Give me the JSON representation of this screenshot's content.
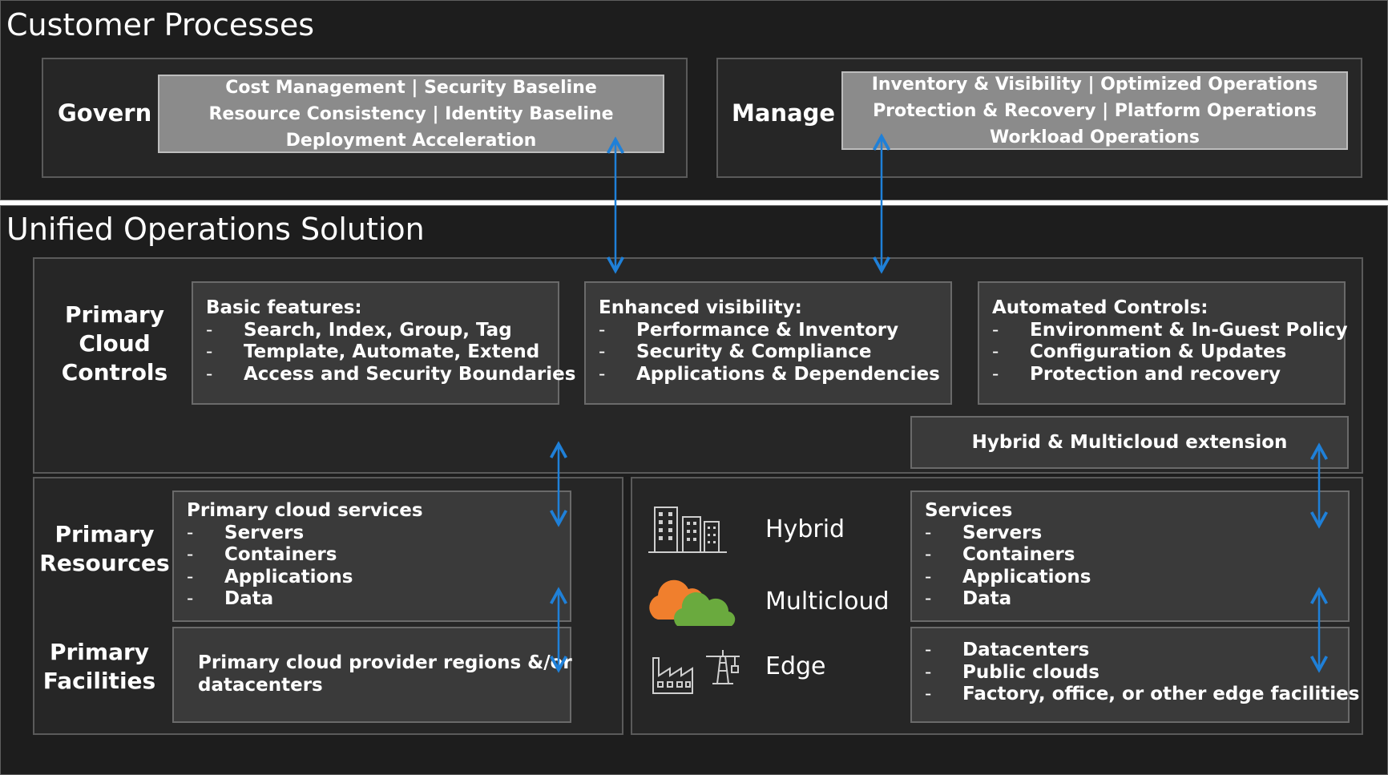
{
  "customer_processes": {
    "title": "Customer Processes",
    "govern": {
      "label": "Govern",
      "lines": [
        "Cost Management | Security Baseline",
        "Resource Consistency | Identity Baseline",
        "Deployment Acceleration"
      ]
    },
    "manage": {
      "label": "Manage",
      "lines": [
        "Inventory & Visibility | Optimized Operations",
        "Protection & Recovery | Platform Operations",
        "Workload Operations"
      ]
    }
  },
  "unified_operations": {
    "title": "Unified Operations Solution",
    "primary_cloud_controls": {
      "label_lines": [
        "Primary",
        "Cloud",
        "Controls"
      ],
      "basic": {
        "title": "Basic features:",
        "items": [
          "Search, Index, Group, Tag",
          "Template, Automate, Extend",
          "Access and Security Boundaries"
        ]
      },
      "enhanced": {
        "title": "Enhanced visibility:",
        "items": [
          "Performance & Inventory",
          "Security & Compliance",
          "Applications & Dependencies"
        ]
      },
      "automated": {
        "title": "Automated Controls:",
        "items": [
          "Environment & In-Guest Policy",
          "Configuration & Updates",
          "Protection and recovery"
        ]
      },
      "hybrid_extension": "Hybrid & Multicloud extension"
    },
    "primary_resources": {
      "label_lines": [
        "Primary",
        "Resources"
      ],
      "services": {
        "title": "Primary cloud services",
        "items": [
          "Servers",
          "Containers",
          "Applications",
          "Data"
        ]
      }
    },
    "primary_facilities": {
      "label_lines": [
        "Primary",
        "Facilities"
      ],
      "lines": [
        "Primary cloud provider regions &/or",
        "datacenters"
      ]
    },
    "hybrid_side": {
      "hybrid_label": "Hybrid",
      "multicloud_label": "Multicloud",
      "edge_label": "Edge",
      "services": {
        "title": "Services",
        "items": [
          "Servers",
          "Containers",
          "Applications",
          "Data"
        ]
      },
      "facilities": {
        "items": [
          "Datacenters",
          "Public clouds",
          "Factory, office, or other edge facilities"
        ]
      }
    }
  },
  "dash": "-",
  "colors": {
    "arrow": "#1f80d8",
    "cloud_orange": "#f07f2d",
    "cloud_green": "#6aaa3e",
    "background": "#1d1d1d"
  },
  "icons": [
    "buildings-icon",
    "clouds-icon",
    "factory-icon",
    "tower-icon"
  ]
}
